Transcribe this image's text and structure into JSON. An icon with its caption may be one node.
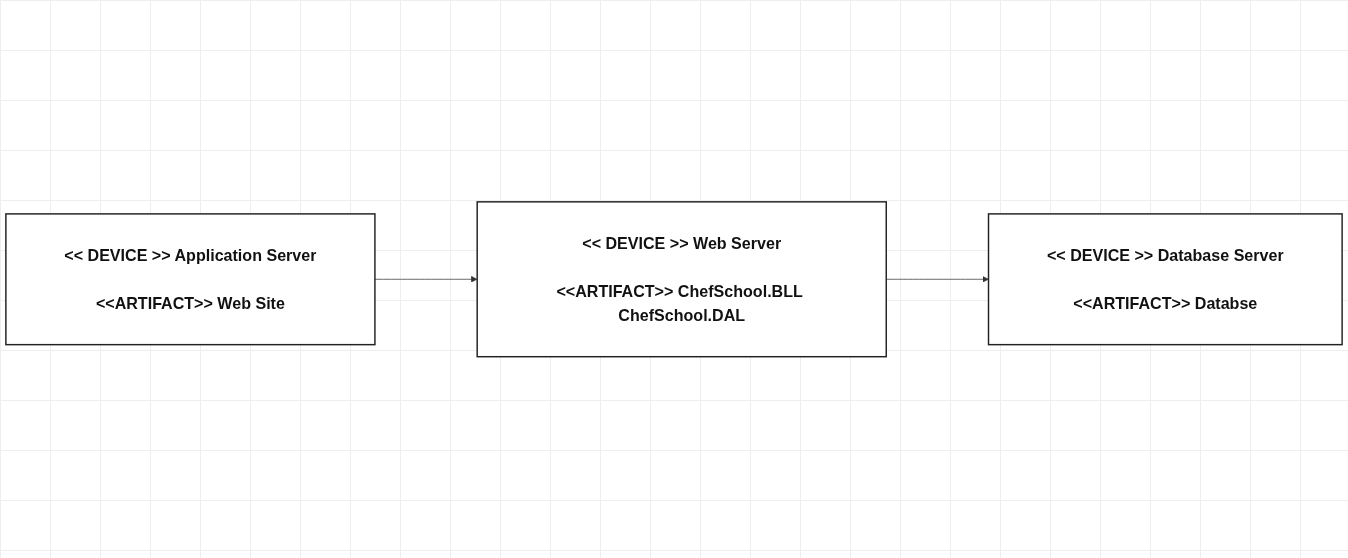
{
  "diagram": {
    "nodes": [
      {
        "text": [
          "<< DEVICE >> Application Server",
          "<<ARTIFACT>> Web Site"
        ]
      },
      {
        "text": [
          "<< DEVICE >> Web Server",
          "<<ARTIFACT>> ChefSchool.BLL ChefSchool.DAL"
        ]
      },
      {
        "text": [
          "<< DEVICE >> Database Server",
          "<<ARTIFACT>> Databse"
        ]
      }
    ],
    "edges": [
      {
        "from": 0,
        "to": 1,
        "arrow": "to"
      },
      {
        "from": 1,
        "to": 2,
        "arrow": "to"
      }
    ]
  }
}
